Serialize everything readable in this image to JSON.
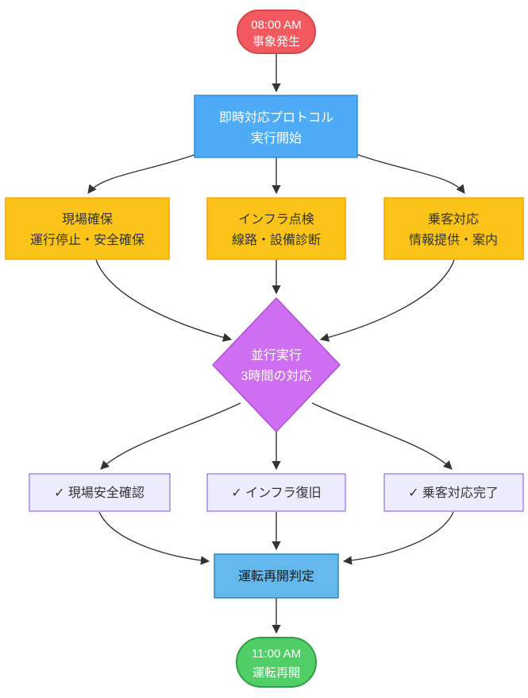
{
  "diagram": {
    "nodes": {
      "start": {
        "line1": "08:00 AM",
        "line2": "事象発生"
      },
      "protocol": {
        "line1": "即時対応プロトコル",
        "line2": "実行開始"
      },
      "site": {
        "line1": "現場確保",
        "line2": "運行停止・安全確保"
      },
      "infra": {
        "line1": "インフラ点検",
        "line2": "線路・設備診断"
      },
      "passenger": {
        "line1": "乗客対応",
        "line2": "情報提供・案内"
      },
      "parallel": {
        "line1": "並行実行",
        "line2": "3時間の対応"
      },
      "check_site": {
        "label": "✓ 現場安全確認"
      },
      "check_infra": {
        "label": "✓ インフラ復旧"
      },
      "check_passenger": {
        "label": "✓ 乗客対応完了"
      },
      "judge": {
        "label": "運転再開判定"
      },
      "end": {
        "line1": "11:00 AM",
        "line2": "運転再開"
      }
    },
    "colors": {
      "start_fill": "#F25A5F",
      "start_stroke": "#D4484D",
      "start_text": "#FFFFFF",
      "protocol_fill": "#4DABF7",
      "protocol_stroke": "#2B87D8",
      "protocol_text": "#FFFFFF",
      "task_fill": "#FCC419",
      "task_stroke": "#F59F00",
      "task_text": "#333333",
      "parallel_fill": "#CD6FF0",
      "parallel_stroke": "#B24FD8",
      "parallel_text": "#FFFFFF",
      "check_fill": "#ECECFF",
      "check_stroke": "#9370DB",
      "check_text": "#333333",
      "judge_fill": "#65B8EC",
      "judge_stroke": "#2B7FB8",
      "judge_text": "#1A1A1A",
      "end_fill": "#51CF66",
      "end_stroke": "#2F9E44",
      "end_text": "#FFFFFF",
      "edge": "#333333"
    }
  }
}
